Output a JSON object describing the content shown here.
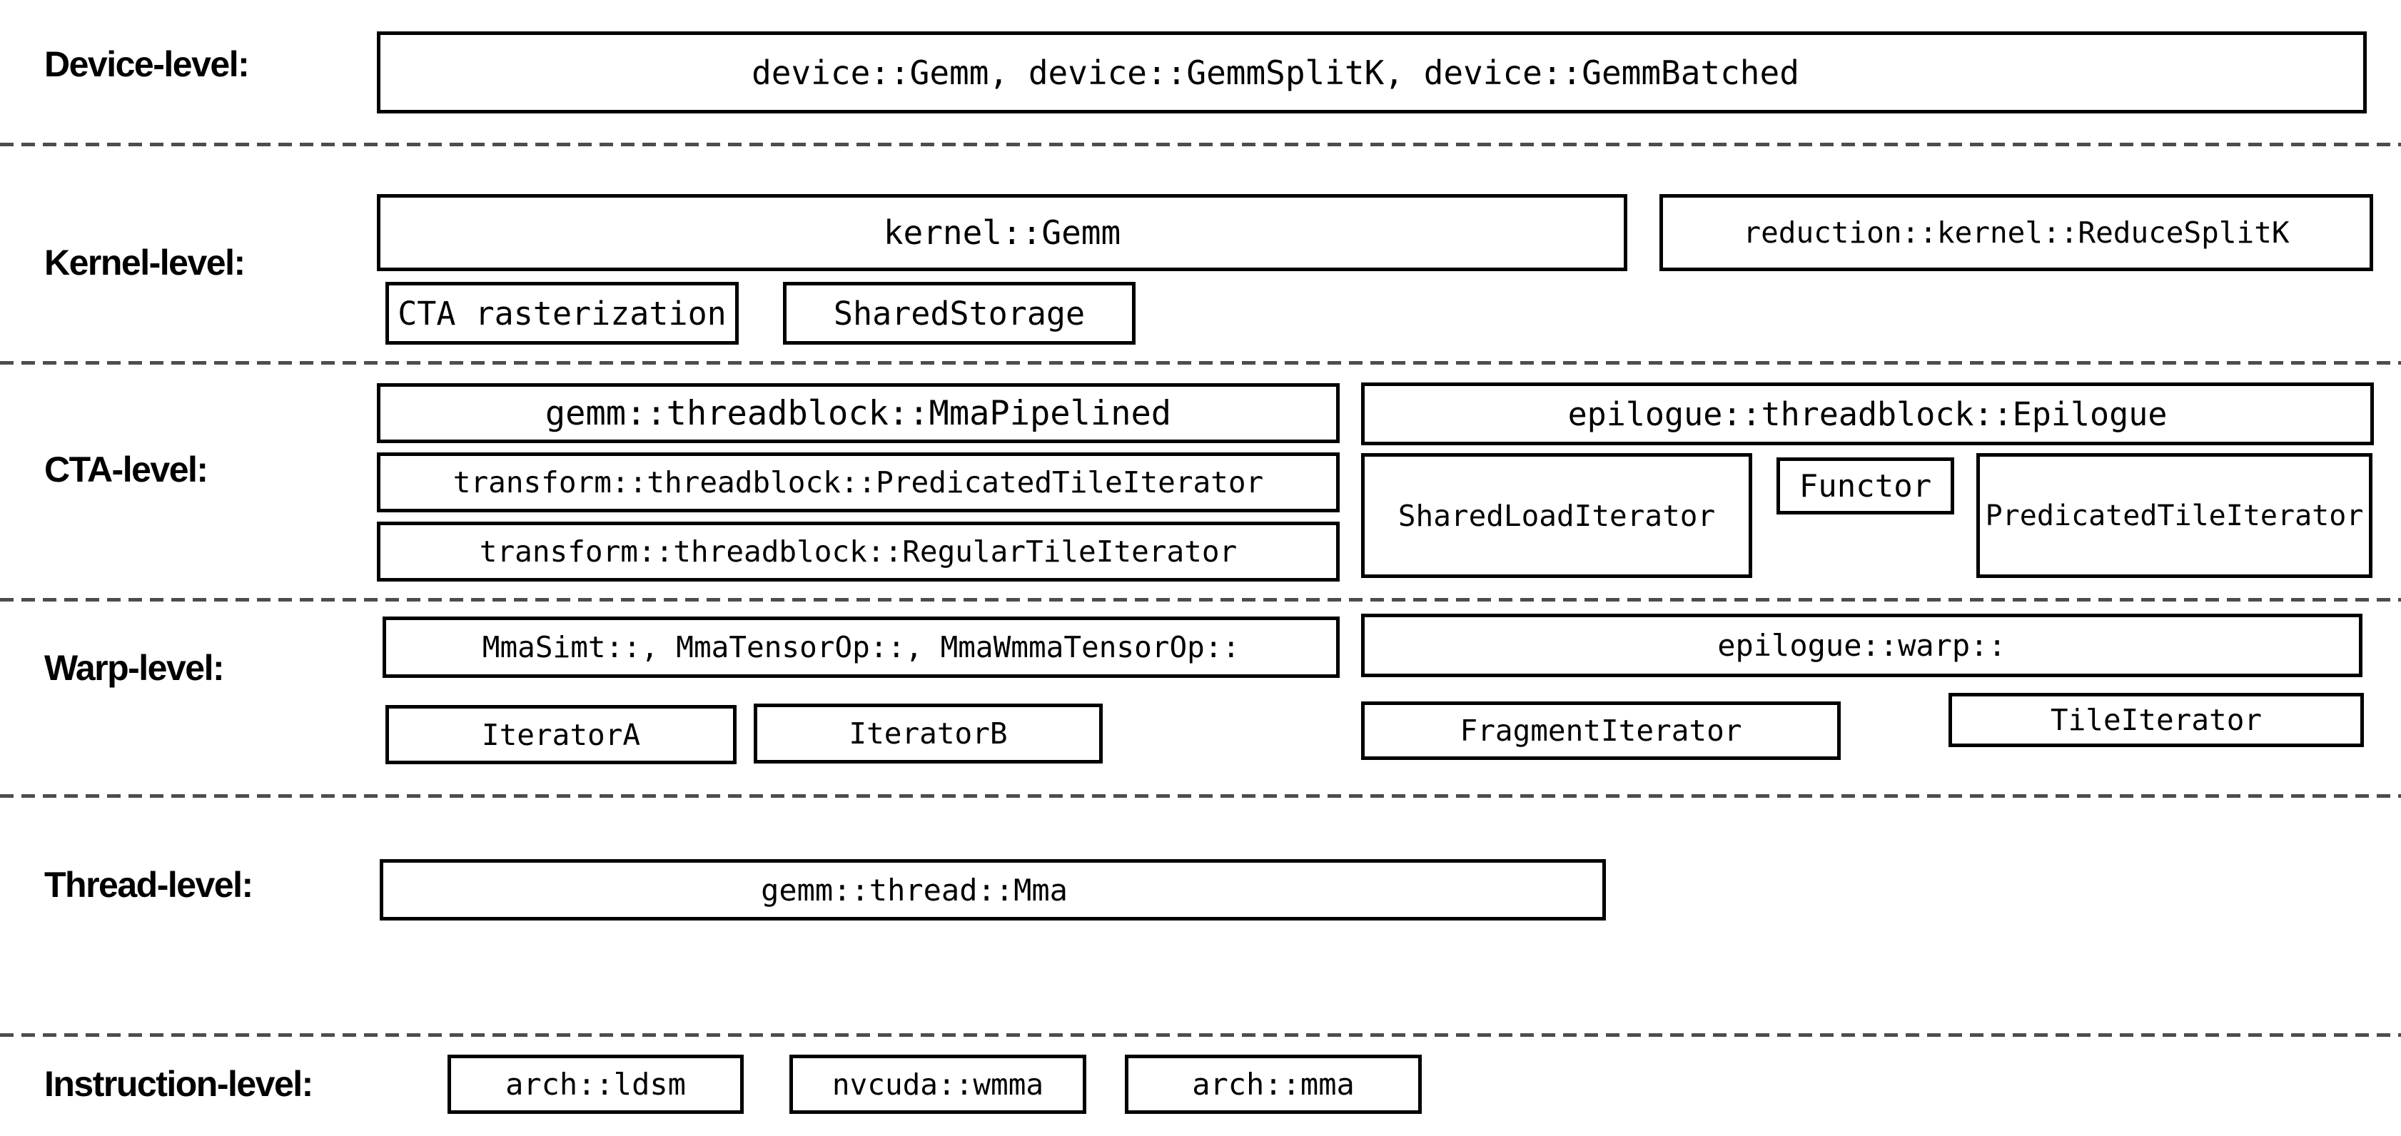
{
  "labels": {
    "device": "Device-level:",
    "kernel": "Kernel-level:",
    "cta": "CTA-level:",
    "warp": "Warp-level:",
    "thread": "Thread-level:",
    "instruction": "Instruction-level:"
  },
  "boxes": {
    "device_gemm": "device::Gemm, device::GemmSplitK, device::GemmBatched",
    "kernel_gemm": "kernel::Gemm",
    "reduce_splitk": "reduction::kernel::ReduceSplitK",
    "cta_rasterization": "CTA rasterization",
    "shared_storage": "SharedStorage",
    "mma_pipelined": "gemm::threadblock::MmaPipelined",
    "transform_predicated_tile_iterator": "transform::threadblock::PredicatedTileIterator",
    "transform_regular_tile_iterator": "transform::threadblock::RegularTileIterator",
    "epilogue_threadblock": "epilogue::threadblock::Epilogue",
    "shared_load_iterator": "SharedLoadIterator",
    "functor": "Functor",
    "epilogue_predicated_tile_iterator": "PredicatedTileIterator",
    "warp_mma": "MmaSimt::, MmaTensorOp::, MmaWmmaTensorOp::",
    "iterator_a": "IteratorA",
    "iterator_b": "IteratorB",
    "epilogue_warp": "epilogue::warp::",
    "fragment_iterator": "FragmentIterator",
    "tile_iterator": "TileIterator",
    "gemm_thread_mma": "gemm::thread::Mma",
    "arch_ldsm": "arch::ldsm",
    "nvcuda_wmma": "nvcuda::wmma",
    "arch_mma": "arch::mma"
  },
  "colors": {
    "background": "#ffffff",
    "box_border": "#000000",
    "box_bg": "#ffffff",
    "text": "#000000",
    "separator": "#4d4d4d"
  }
}
